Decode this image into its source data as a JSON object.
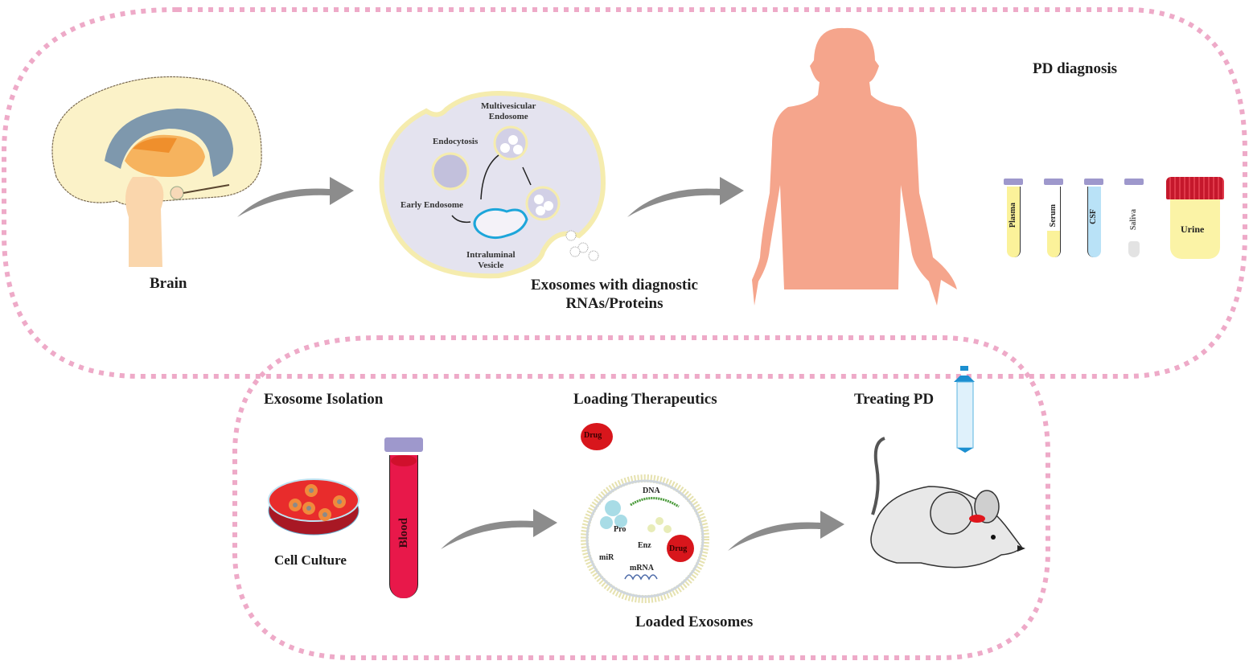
{
  "title_top": "PD diagnosis",
  "top_panel": {
    "brain_label": "Brain",
    "cell": {
      "multivesicular": [
        "Multivesicular",
        "Endosome"
      ],
      "endocytosis": "Endocytosis",
      "early_endosome": "Early Endosome",
      "intraluminal": [
        "Intraluminal",
        "Vesicle"
      ]
    },
    "exosome_caption": [
      "Exosomes with diagnostic",
      "RNAs/Proteins"
    ],
    "biofluids": [
      {
        "label": "Plasma",
        "color": "#fbf29a"
      },
      {
        "label": "Serum",
        "color": "#fbf29a"
      },
      {
        "label": "CSF",
        "color": "#b9e2f7"
      },
      {
        "label": "Saliva",
        "color": "#e3e3e3"
      },
      {
        "label": "Urine",
        "color": "#fbf3a6"
      }
    ]
  },
  "bottom_panel": {
    "isolation_title": "Exosome Isolation",
    "cell_culture_label": "Cell Culture",
    "blood_label": "Blood",
    "loading_title": "Loading Therapeutics",
    "drug_label": "Drug",
    "cargo": {
      "dna": "DNA",
      "pro": "Pro",
      "enz": "Enz",
      "mir": "miR",
      "mrna": "mRNA",
      "drug": "Drug"
    },
    "loaded_caption": "Loaded Exosomes",
    "treating_title": "Treating PD"
  },
  "colors": {
    "border_pink": "#eeaac8",
    "arrow_gray": "#8c8c8c",
    "skin": "#f5a58c",
    "blood_red": "#e8184a",
    "drug_red": "#d8161c",
    "cell_fill": "#e4e3ef",
    "membrane_yellow": "#f5ecae"
  }
}
